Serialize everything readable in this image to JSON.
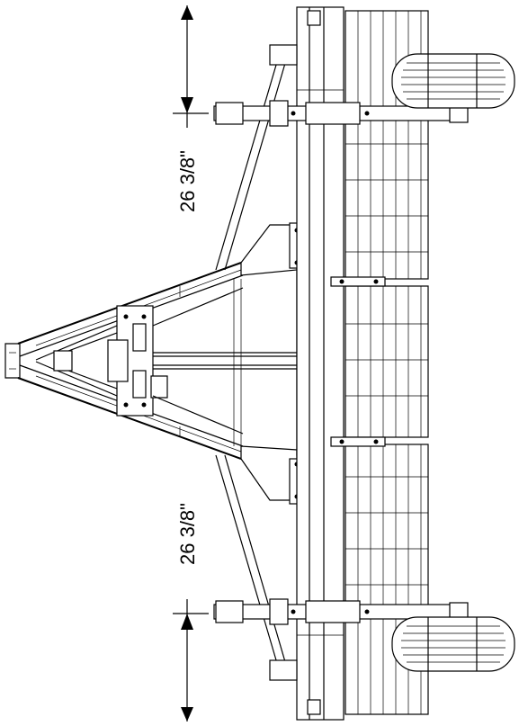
{
  "diagram": {
    "dimensions": [
      {
        "id": "upper",
        "label": "26 3/8\""
      },
      {
        "id": "lower",
        "label": "26 3/8\""
      }
    ]
  }
}
